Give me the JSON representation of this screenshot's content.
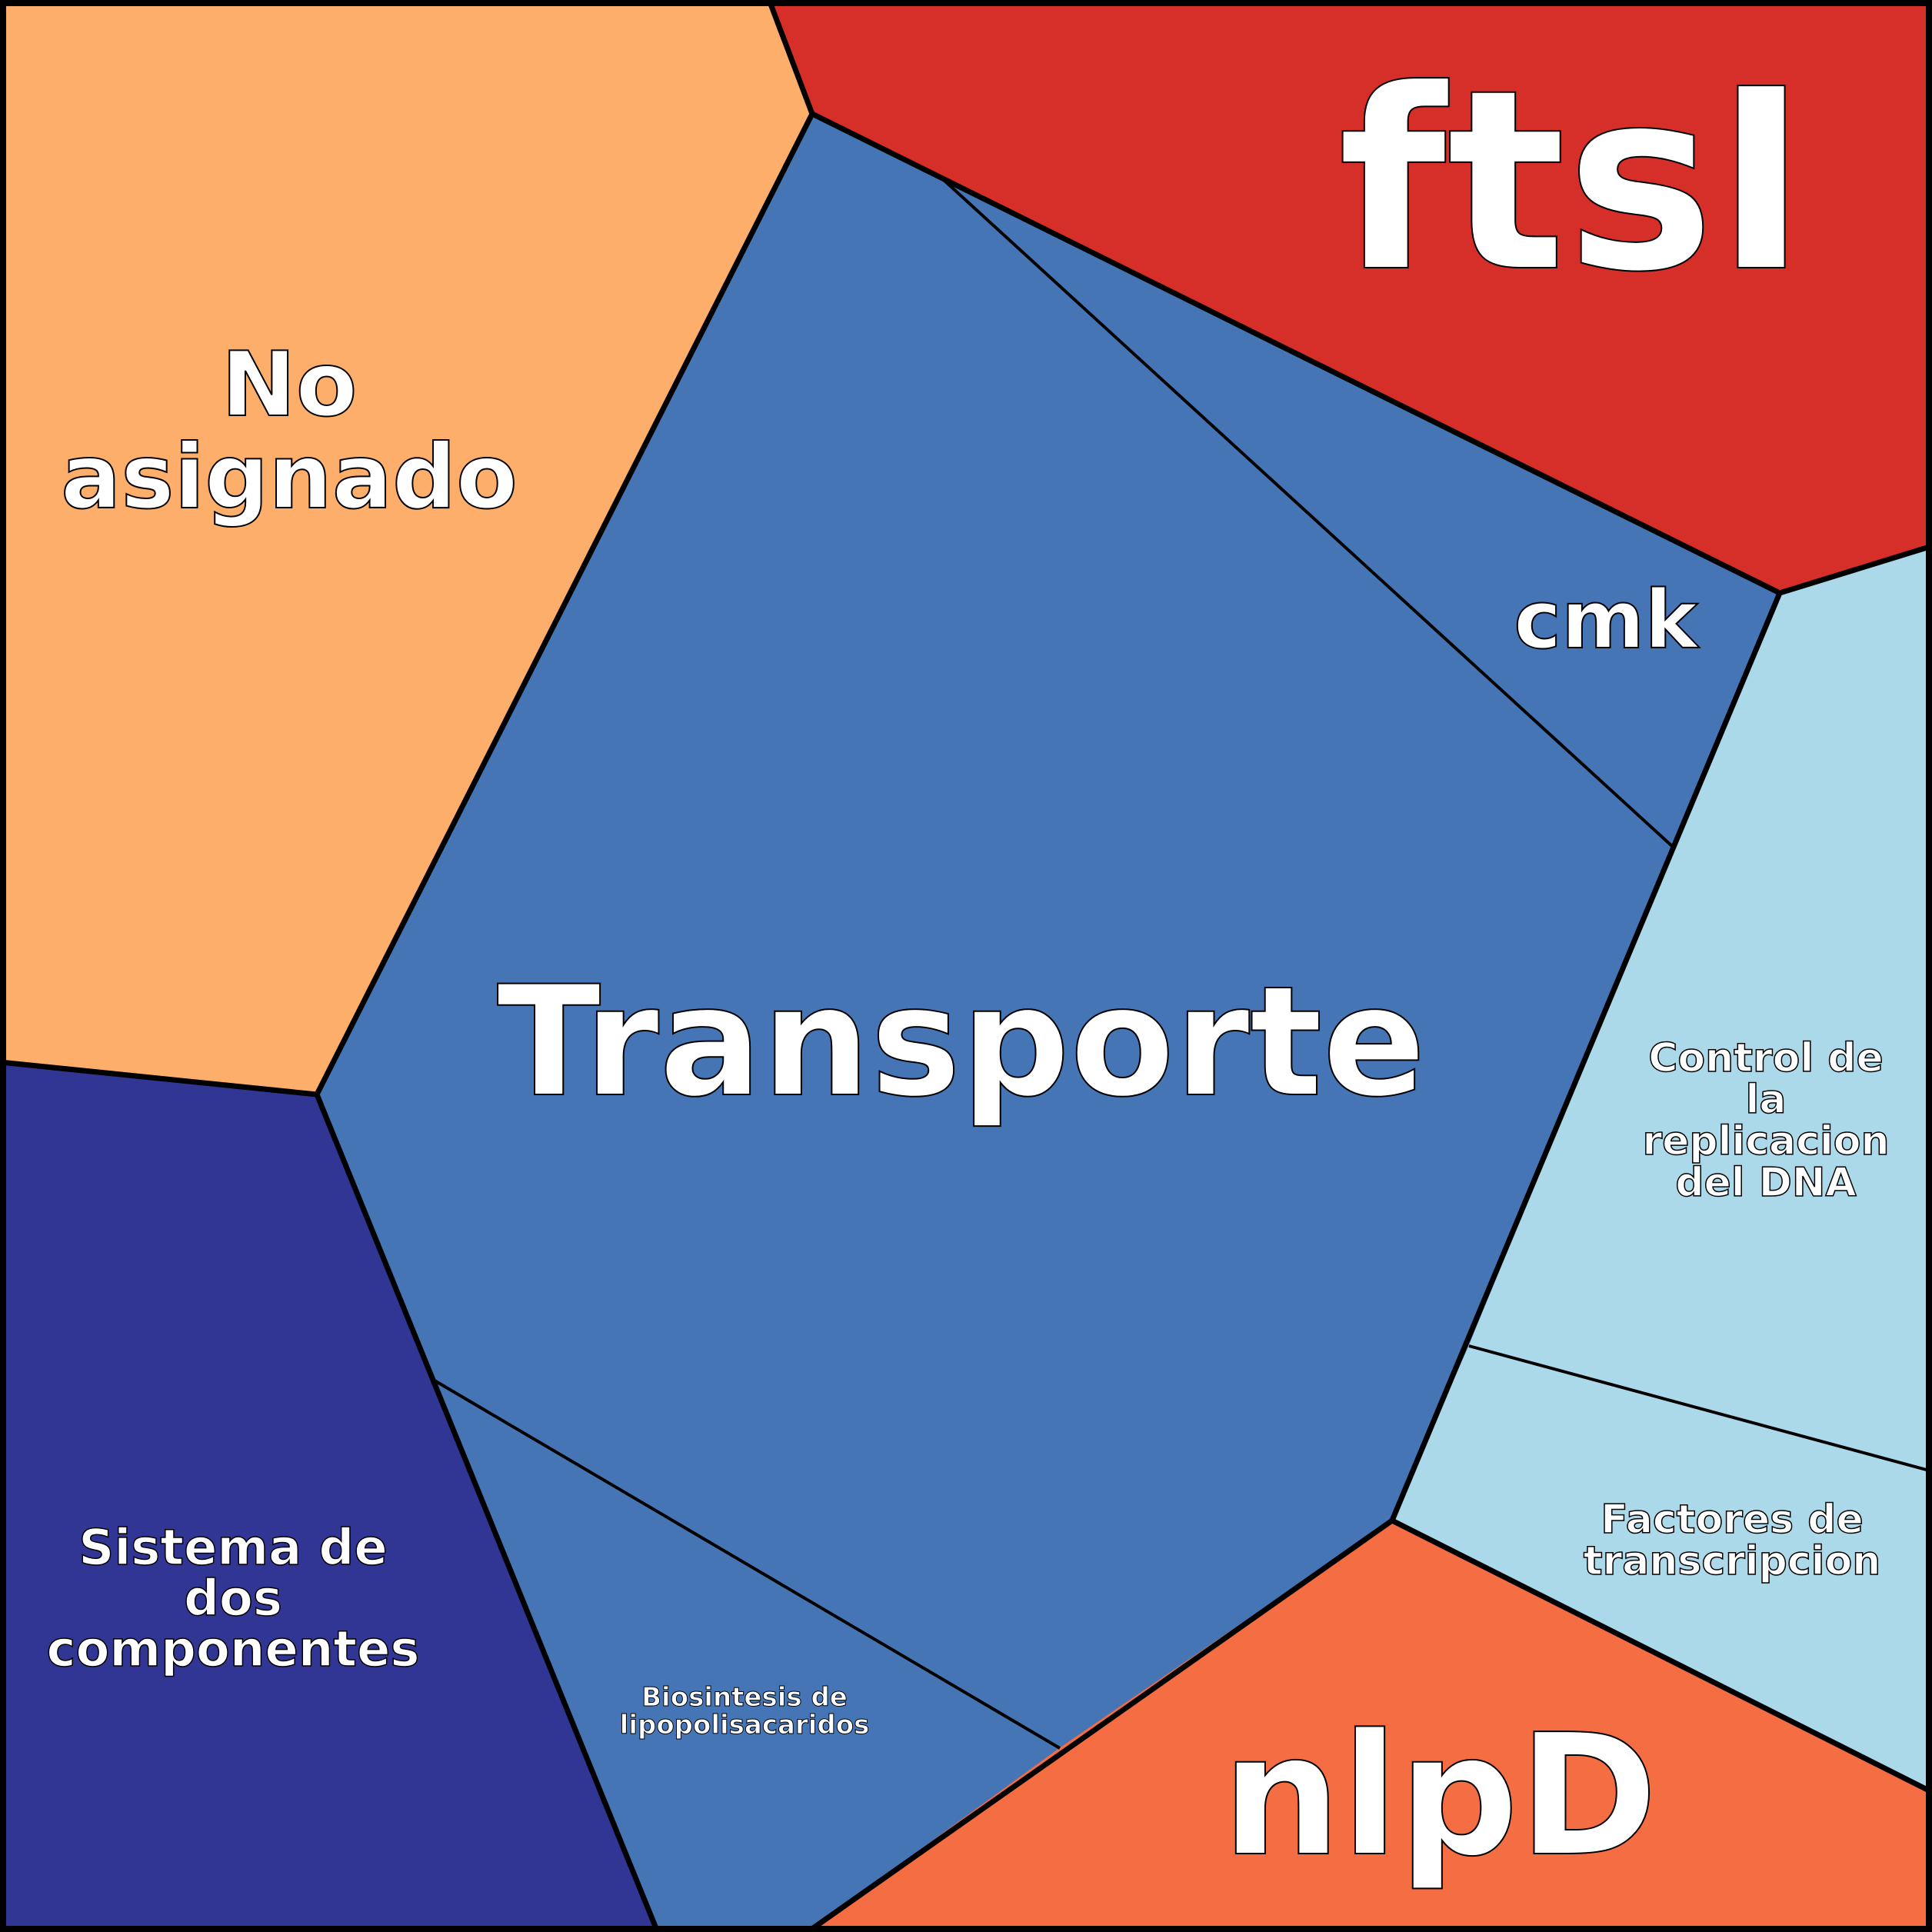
{
  "diagram": {
    "type": "voronoi-treemap",
    "border_color": "#000000",
    "cells": [
      {
        "id": "no-asignado",
        "label_lines": [
          "No",
          "asignado"
        ],
        "color": "#FDAE6B"
      },
      {
        "id": "ftsi",
        "label_lines": [
          "ftsI"
        ],
        "color": "#D62F2A"
      },
      {
        "id": "transporte",
        "label_lines": [
          "Transporte"
        ],
        "color": "#4575B4"
      },
      {
        "id": "cmk",
        "label_lines": [
          "cmk"
        ],
        "color": "#4575B4"
      },
      {
        "id": "control-replicacion",
        "label_lines": [
          "Control de",
          "la",
          "replicacion",
          "del DNA"
        ],
        "color": "#ABD9E9"
      },
      {
        "id": "factores-transcripcion",
        "label_lines": [
          "Factores de",
          "transcripcion"
        ],
        "color": "#ABD9E9"
      },
      {
        "id": "sistema-dos-componentes",
        "label_lines": [
          "Sistema de",
          "dos",
          "componentes"
        ],
        "color": "#313695"
      },
      {
        "id": "biosintesis-lipopolisacaridos",
        "label_lines": [
          "Biosintesis de",
          "lipopolisacaridos"
        ],
        "color": "#4575B4"
      },
      {
        "id": "nlpd",
        "label_lines": [
          "nlpD"
        ],
        "color": "#F46D43"
      }
    ]
  }
}
